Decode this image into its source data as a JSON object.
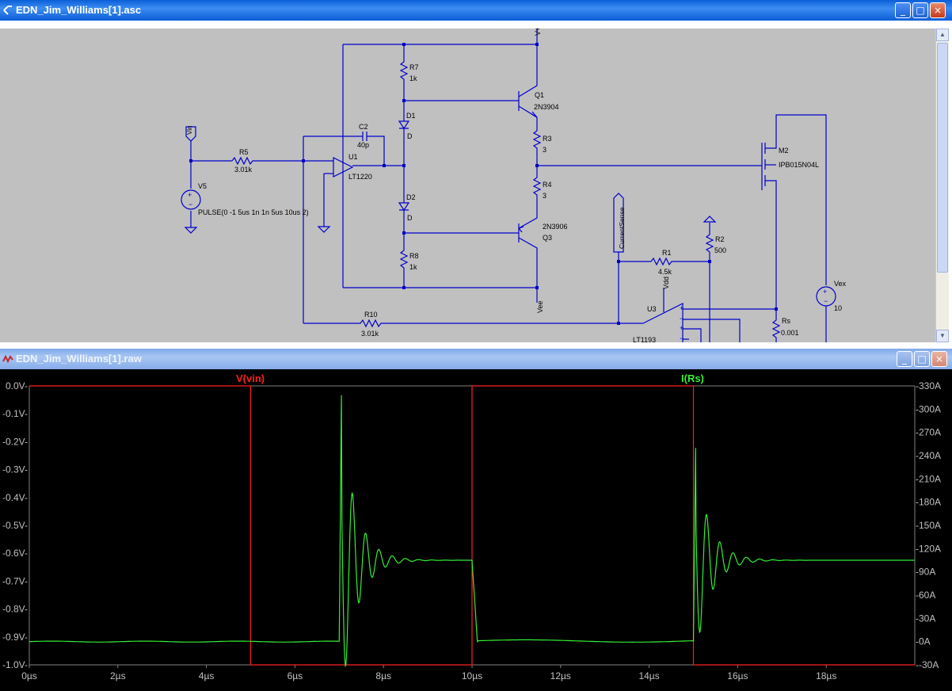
{
  "schematic_window": {
    "title": "EDN_Jim_Williams[1].asc",
    "buttons": {
      "minimize": "_",
      "maximize": "□",
      "close": "×"
    }
  },
  "schematic": {
    "labels": {
      "vin": "Vin",
      "r5": "R5",
      "r5_val": "3.01k",
      "v5": "V5",
      "v5_val": "PULSE(0 -1 5us 1n 1n 5us 10us 2)",
      "c2": "C2",
      "c2_val": "40p",
      "u1": "U1",
      "u1_val": "LT1220",
      "r7": "R7",
      "r7_val": "1k",
      "d1": "D1",
      "d1_val": "D",
      "d2": "D2",
      "d2_val": "D",
      "r8": "R8",
      "r8_val": "1k",
      "q1": "Q1",
      "q1_val": "2N3904",
      "q3": "Q3",
      "q3_val": "2N3906",
      "r3": "R3",
      "r3_val": "3",
      "r4": "R4",
      "r4_val": "3",
      "vplus": "V+",
      "vee": "Vee",
      "m2": "M2",
      "m2_val": "IPB015N04L",
      "currentsense": "CurrentSense",
      "r1": "R1",
      "r1_val": "4.5k",
      "r2": "R2",
      "r2_val": "500",
      "vdd": "Vdd",
      "u3": "U3",
      "u3_val": "LT1193",
      "rs": "Rs",
      "rs_val": "0.001",
      "vex": "Vex",
      "vex_val": "10",
      "r10": "R10",
      "r10_val": "3.01k"
    }
  },
  "waveform_window": {
    "title": "EDN_Jim_Williams[1].raw",
    "buttons": {
      "minimize": "_",
      "maximize": "□",
      "close": "×"
    }
  },
  "chart_data": {
    "type": "line",
    "xlabel": "",
    "x_ticks": [
      "0µs",
      "2µs",
      "4µs",
      "6µs",
      "8µs",
      "10µs",
      "12µs",
      "14µs",
      "16µs",
      "18µs"
    ],
    "x_range_us": [
      0,
      20
    ],
    "left_axis": {
      "ticks": [
        "0.0V-",
        "-0.1V-",
        "-0.2V-",
        "-0.3V-",
        "-0.4V-",
        "-0.5V-",
        "-0.6V-",
        "-0.7V-",
        "-0.8V-",
        "-0.9V-",
        "-1.0V-"
      ],
      "range_V": [
        -1.0,
        0.0
      ]
    },
    "right_axis": {
      "ticks": [
        "-330A",
        "-300A",
        "-270A",
        "-240A",
        "-210A",
        "-180A",
        "-150A",
        "-120A",
        "-90A",
        "-60A",
        "-30A",
        "-0A",
        "--30A"
      ],
      "range_A": [
        -30,
        330
      ]
    },
    "series": [
      {
        "name": "V(vin)",
        "color": "#ff2020",
        "axis": "left",
        "points": [
          [
            0,
            0.0
          ],
          [
            5,
            0.0
          ],
          [
            5,
            -1.0
          ],
          [
            10,
            -1.0
          ],
          [
            10,
            0.0
          ],
          [
            15,
            0.0
          ],
          [
            15,
            -1.0
          ],
          [
            20,
            -1.0
          ]
        ]
      },
      {
        "name": "I(Rs)",
        "color": "#33ee33",
        "axis": "right",
        "segments": [
          {
            "start_us": 0,
            "baseline_A": 0,
            "step_us": 7.0,
            "settle_A": 105,
            "peak_A": 318,
            "decay_us": 0.33,
            "period_us": 0.3,
            "end_us": 10.0
          },
          {
            "start_us": 10.0,
            "baseline_A": 105,
            "drop_to_A": 0,
            "end_us": 15.0
          },
          {
            "start_us": 15.0,
            "baseline_A": 0,
            "step_us": 15.0,
            "settle_A": 105,
            "peak_A": 250,
            "decay_us": 0.33,
            "period_us": 0.3,
            "end_us": 20
          }
        ]
      }
    ]
  }
}
